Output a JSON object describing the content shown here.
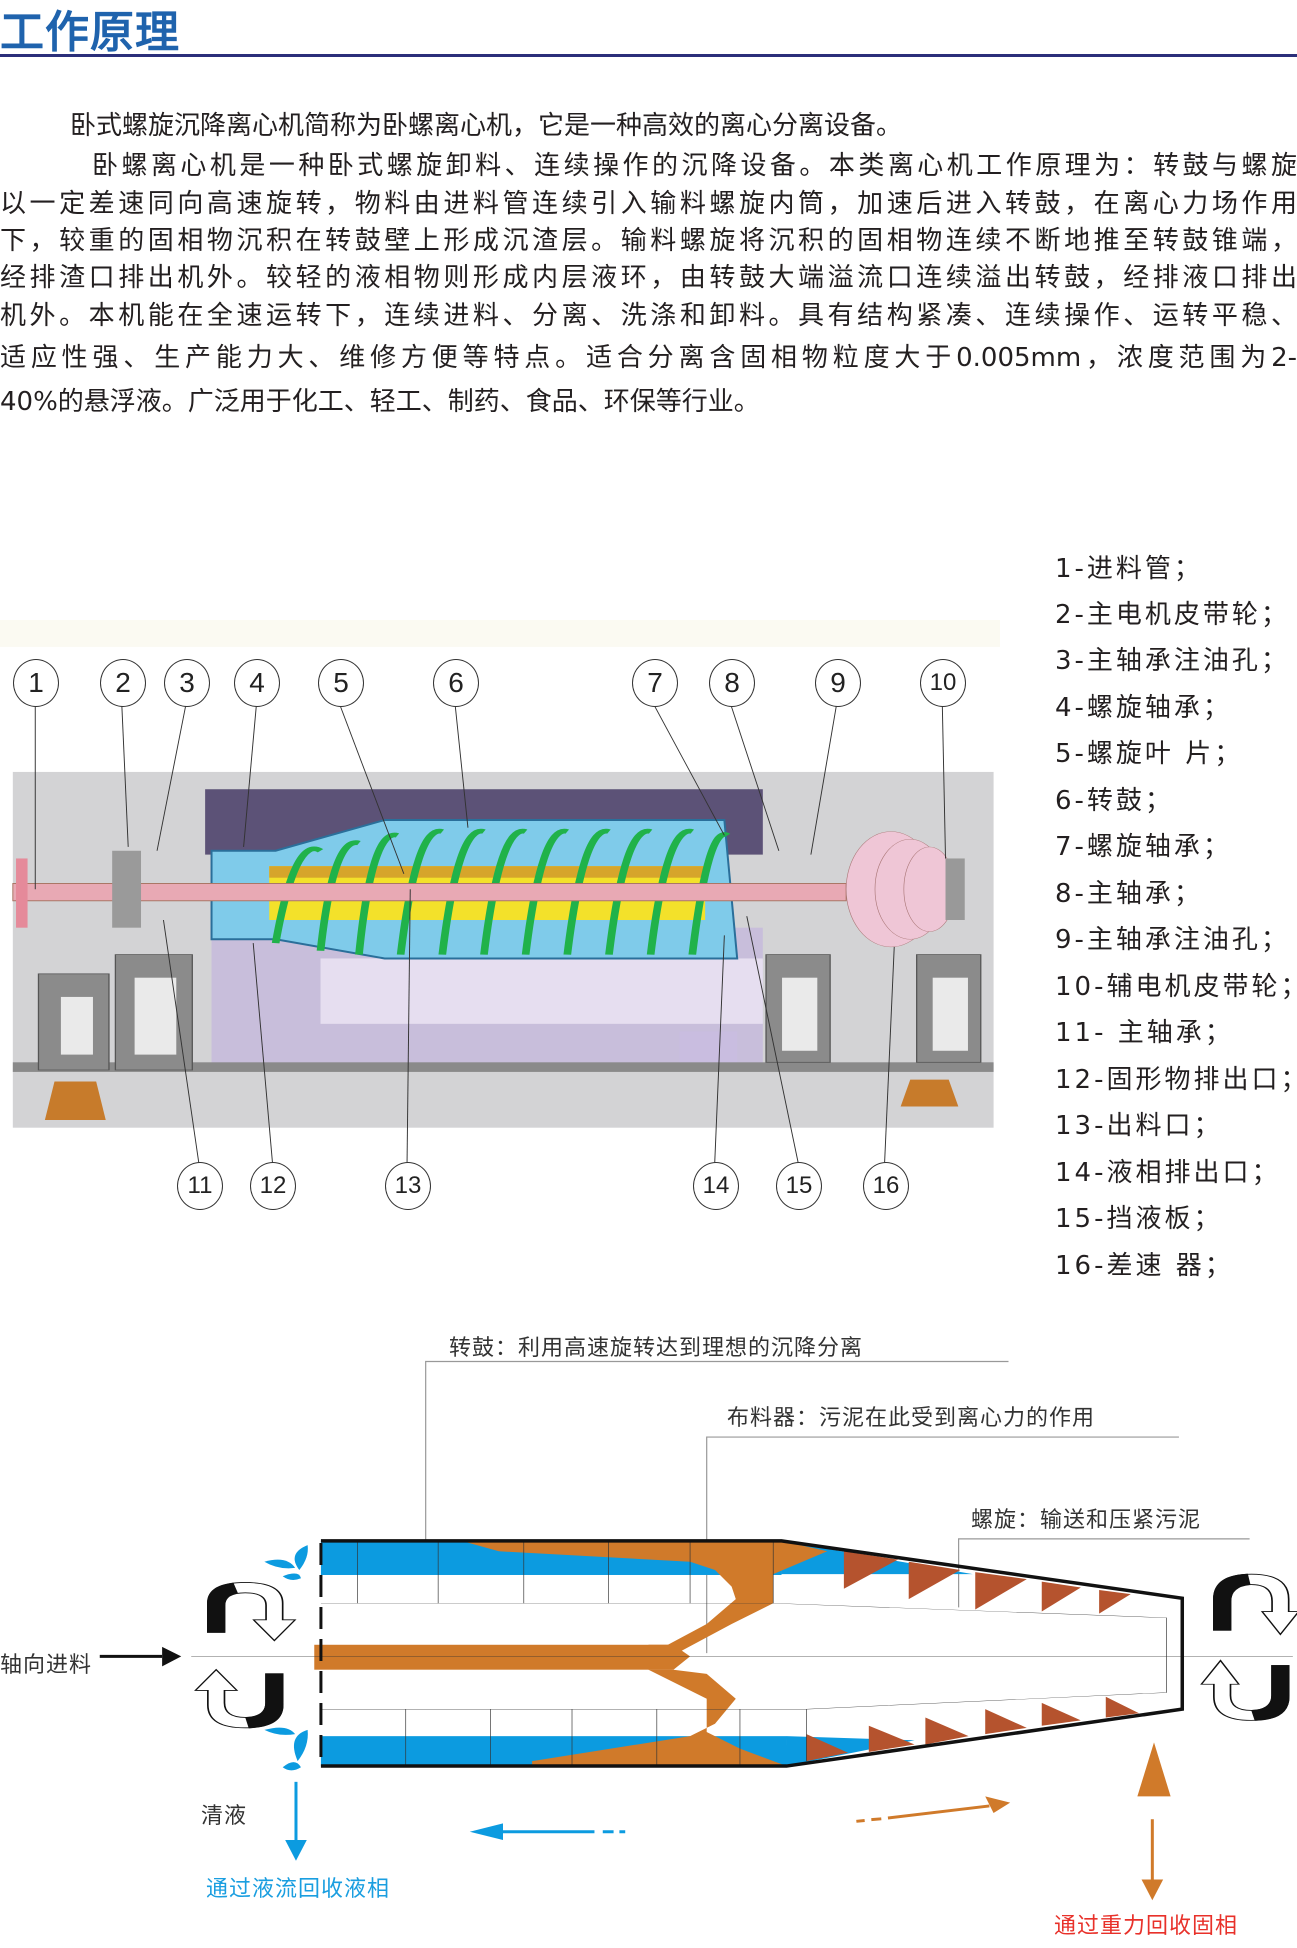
{
  "title": "工作原理",
  "intro": {
    "paragraph1": "卧式螺旋沉降离心机简称为卧螺离心机，它是一种高效的离心分离设备。",
    "paragraph2_lines": [
      "卧螺离心机是一种卧式螺旋卸料、连续操作的沉降设备。本类离心机工作原理为：转鼓与螺旋",
      "以一定差速同向高速旋转，物料由进料管连续引入输料螺旋内筒，加速后进入转鼓，在离心力场作用",
      "下，较重的固相物沉积在转鼓壁上形成沉渣层。输料螺旋将沉积的固相物连续不断地推至转鼓锥端，",
      "经排渣口排出机外。较轻的液相物则形成内层液环，由转鼓大端溢流口连续溢出转鼓，经排液口排出",
      "机外。本机能在全速运转下，连续进料、分离、洗涤和卸料。具有结构紧凑、连续操作、运转平稳、",
      "适应性强、生产能力大、维修方便等特点。适合分离含固相物粒度大于0.005mm，浓度范围为2-",
      "40%的悬浮液。广泛用于化工、轻工、制药、食品、环保等行业。"
    ]
  },
  "machine": {
    "callouts_top": [
      "1",
      "2",
      "3",
      "4",
      "5",
      "6",
      "7",
      "8",
      "9",
      "10"
    ],
    "callouts_bottom": [
      "11",
      "12",
      "13",
      "14",
      "15",
      "16"
    ]
  },
  "legend": [
    "1-进料管；",
    "2-主电机皮带轮；",
    "3-主轴承注油孔；",
    "4-螺旋轴承；",
    "5-螺旋叶 片；",
    "6-转鼓；",
    "7-螺旋轴承；",
    "8-主轴承；",
    "9-主轴承注油孔；",
    "10-辅电机皮带轮；",
    "11- 主轴承；",
    "12-固形物排出口；",
    "13-出料口；",
    "14-液相排出口；",
    "15-挡液板；",
    "16-差速 器；"
  ],
  "diagram": {
    "drum_label": "转鼓：利用高速旋转达到理想的沉降分离",
    "distributor_label": "布料器：污泥在此受到离心力的作用",
    "screw_label": "螺旋：输送和压紧污泥",
    "feed_label": "轴向进料",
    "clear_liquid_label": "清液",
    "liquid_recovery_label": "通过液流回收液相",
    "solid_recovery_label": "通过重力回收固相",
    "colors": {
      "liquid": "#0c9be0",
      "solid": "#d07a2a",
      "screw": "#b5532e",
      "solid_text": "#e8312a",
      "liquid_text": "#1a9ee0"
    }
  }
}
